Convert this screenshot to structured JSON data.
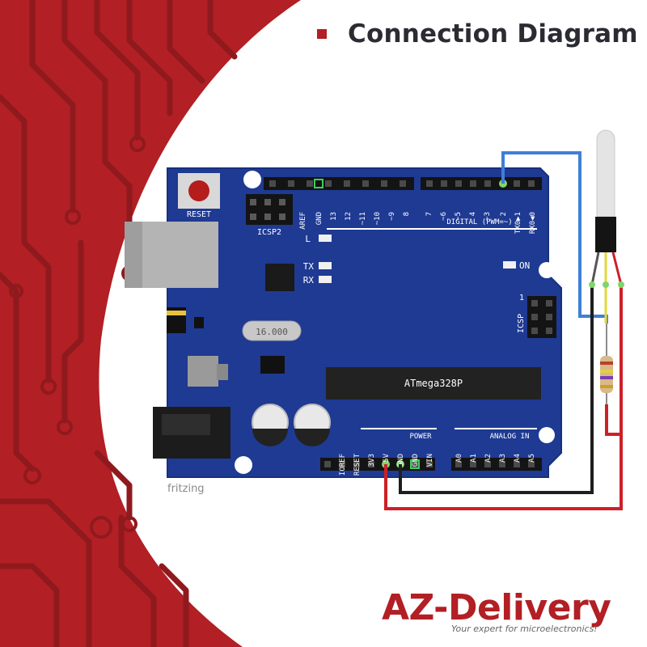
{
  "title": "Connection Diagram",
  "board": {
    "reset_label": "RESET",
    "icsp2_label": "ICSP2",
    "icsp_label": "ICSP",
    "digital_label": "DIGITAL (PWM=~)",
    "top_pins": [
      "AREF",
      "GND",
      "13",
      "12",
      "~11",
      "~10",
      "~9",
      "8",
      "7",
      "~6",
      "~5",
      "4",
      "~3",
      "2",
      "TX0▶1",
      "RX0◀0"
    ],
    "led_l": "L",
    "led_tx": "TX",
    "led_rx": "RX",
    "led_on": "ON",
    "icsp_pin1": "1",
    "crystal": "16.000",
    "chip": "ATmega328P",
    "power_label": "POWER",
    "analog_label": "ANALOG IN",
    "power_pins": [
      "IOREF",
      "RESET",
      "3V3",
      "5V",
      "GND",
      "GND",
      "VIN"
    ],
    "analog_pins": [
      "A0",
      "A1",
      "A2",
      "A3",
      "A4",
      "A5"
    ],
    "watermark": "fritzing"
  },
  "logo": {
    "brand": "AZ-Delivery",
    "tagline": "Your expert for microelectronics!"
  },
  "colors": {
    "brand_red": "#b21f24",
    "board_blue": "#1f3a93",
    "signal_wire": "#3f7fd6",
    "ground_wire": "#1e1e1e",
    "power_wire": "#cc2027"
  }
}
